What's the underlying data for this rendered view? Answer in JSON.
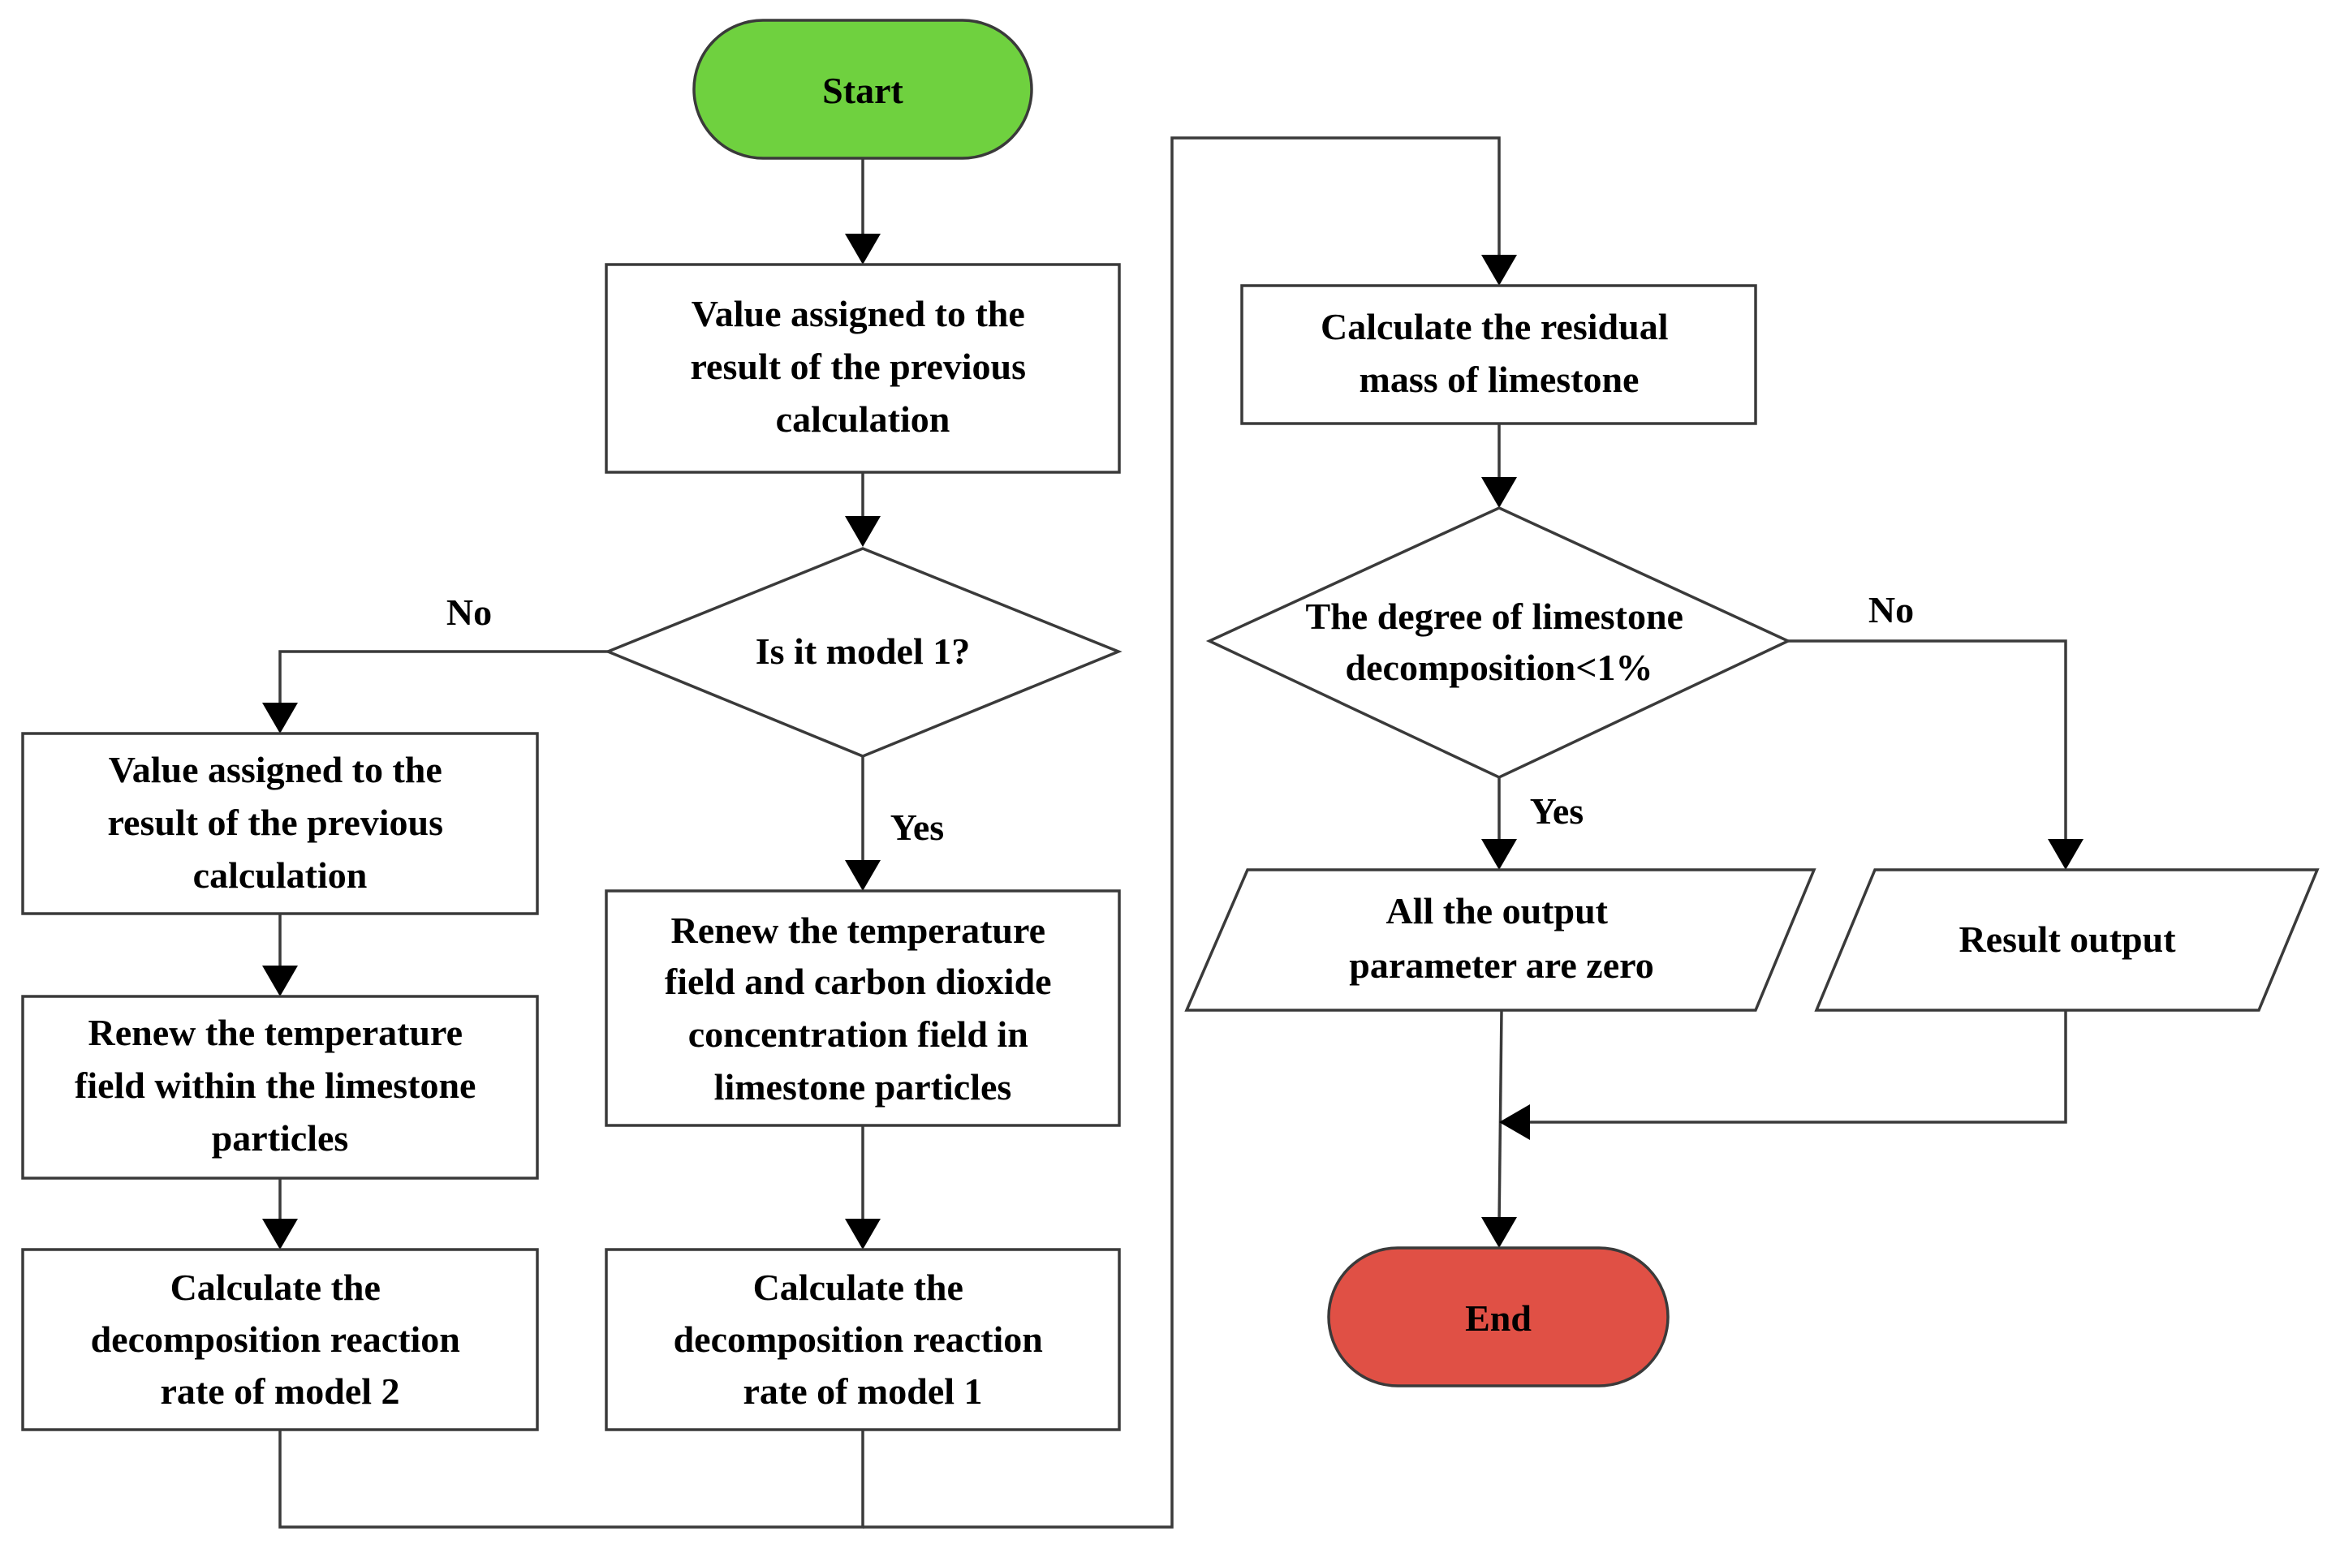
{
  "colors": {
    "start_fill": "#6fd13f",
    "end_fill": "#e05045",
    "box_fill": "#ffffff",
    "line": "#3a3a3a"
  },
  "nodes": {
    "start": "Start",
    "assign_main": [
      "Value assigned to the",
      "result of the previous",
      "calculation"
    ],
    "decision_model": "Is it model 1?",
    "assign_left": [
      "Value assigned to the",
      "result of the previous",
      "calculation"
    ],
    "renew_left": [
      "Renew the temperature",
      "field within the limestone",
      "particles"
    ],
    "calc_model2": [
      "Calculate the",
      "decomposition reaction",
      "rate of model 2"
    ],
    "renew_right": [
      "Renew the temperature",
      "field and carbon dioxide",
      "concentration field in",
      "limestone particles"
    ],
    "calc_model1": [
      "Calculate the",
      "decomposition reaction",
      "rate of model 1"
    ],
    "residual_mass": [
      "Calculate the residual",
      "mass of limestone"
    ],
    "decision_degree": [
      "The degree of limestone",
      "decomposition<1%"
    ],
    "output_zero": [
      "All the output",
      "parameter are zero"
    ],
    "result_output": "Result output",
    "end": "End"
  },
  "edges": {
    "model_no": "No",
    "model_yes": "Yes",
    "degree_no": "No",
    "degree_yes": "Yes"
  }
}
